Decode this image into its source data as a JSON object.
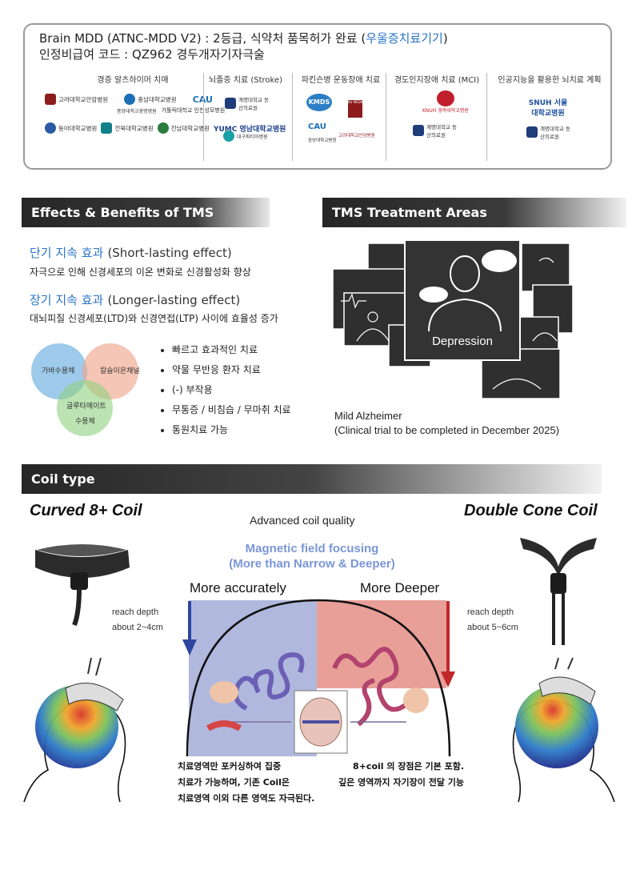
{
  "header": {
    "line1_prefix": "Brain MDD (ATNC-MDD V2) : 2등급, 식약처 품목허가 완료 (",
    "line1_highlight": "우울증치료기기",
    "line1_suffix": ")",
    "line2": "인정비급여 코드 : QZ962 경두개자기자극술",
    "columns": [
      {
        "title": "경증 알츠하이머 치매",
        "logos": [
          "고려대학교안암병원",
          "충남대학교병원",
          "CAU",
          "중앙대학교광명병원",
          "가톨릭대학교 인천성모병원",
          "동아대학교병원",
          "전북대학교병원",
          "전남대학교병원",
          "YUMC 영남대학교병원"
        ]
      },
      {
        "title": "뇌졸중 치료 (Stroke)",
        "logos": [
          "계명대학교 동산의료원",
          "대구파티마병원"
        ]
      },
      {
        "title": "파킨슨병 운동장애 치료",
        "logos": [
          "KMDS",
          "KU MEDICINE",
          "CAU",
          "중앙대학교병원",
          "고려대학교안암병원"
        ]
      },
      {
        "title": "경도인지장애 치료 (MCI)",
        "logos": [
          "KNUH 경북대학교병원",
          "계명대학교 동산의료원"
        ]
      },
      {
        "title": "인공지능을 활용한 뇌치료 계획",
        "logos": [
          "SNUH 서울대학교병원",
          "계명대학교 동산의료원"
        ]
      }
    ]
  },
  "effects": {
    "section_title": "Effects & Benefits of TMS",
    "short_title": "단기 지속 효과",
    "short_en": "(Short-lasting effect)",
    "short_desc": "자극으로 인해 신경세포의 이온 변화로 신경활성화 향상",
    "long_title": "장기 지속 효과",
    "long_en": "(Longer-lasting effect)",
    "long_desc": "대뇌피질 신경세포(LTD)와 신경연접(LTP) 사이에 효율성 증가",
    "venn": [
      "가바수용체",
      "칼슘이온채널",
      "글루타메이트",
      "수용체"
    ],
    "bullets": [
      "빠르고 효과적인 치료",
      "약물 무반응 환자 치료",
      "(-) 부작용",
      "무통증 / 비침습 / 무마취 치료",
      "통원치료 가능"
    ]
  },
  "areas": {
    "section_title": "TMS Treatment Areas",
    "main_label": "Depression",
    "caption1": "Mild Alzheimer",
    "caption2": "(Clinical trial to be completed in December 2025)"
  },
  "coil": {
    "section_title": "Coil type",
    "left_title": "Curved 8+ Coil",
    "right_title": "Double Cone Coil",
    "quality": "Advanced coil quality",
    "focus1": "Magnetic field focusing",
    "focus2": "(More than Narrow & Deeper)",
    "more_accurately": "More accurately",
    "more_deeper": "More Deeper",
    "left_depth1": "reach depth",
    "left_depth2": "about 2~4cm",
    "right_depth1": "reach depth",
    "right_depth2": "about 5~6cm",
    "left_note": [
      "치료영역만 포커싱하여 집중",
      "치료가 가능하며, 기존 Coil은",
      "치료영역 이외 다른 영역도 자극된다."
    ],
    "right_note": [
      "8+coil 의 장점은 기본 포함.",
      "깊은 영역까지 자기장이 전달 기능"
    ]
  },
  "colors": {
    "accent_blue": "#2a74c9",
    "focus_blue": "#7b96d8",
    "arrow_blue": "#2e46a0",
    "arrow_red": "#c0282c"
  }
}
